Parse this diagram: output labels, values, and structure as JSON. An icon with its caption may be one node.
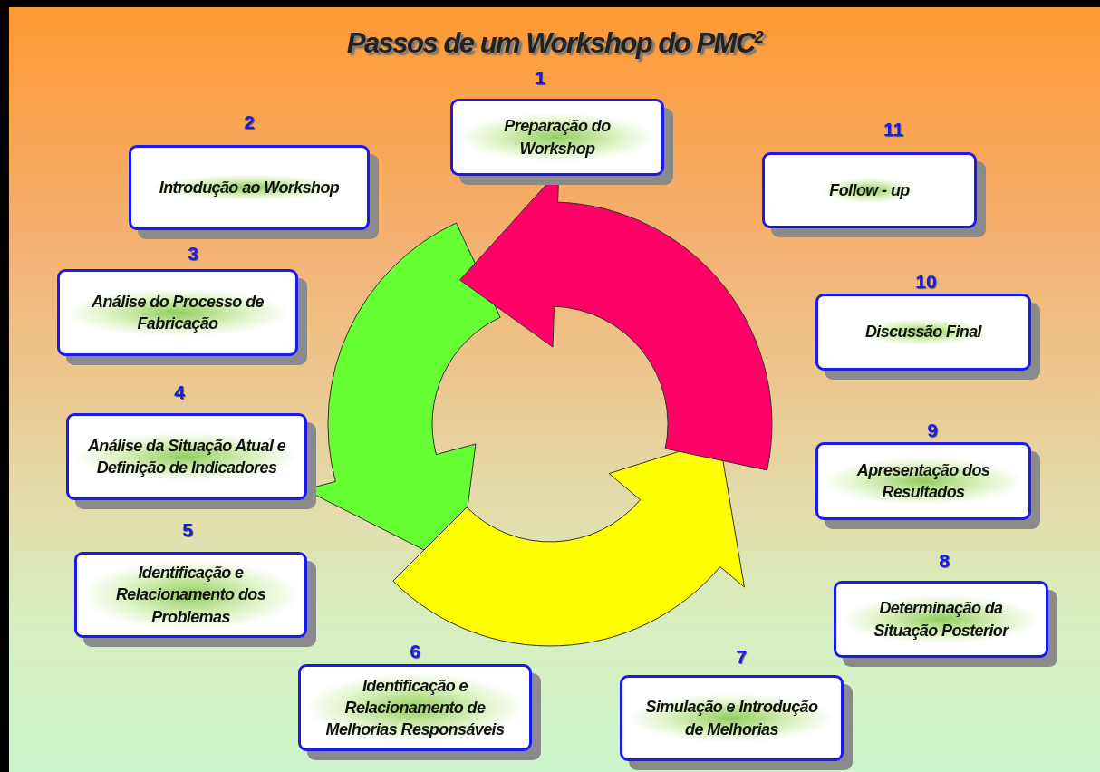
{
  "diagram": {
    "title": "Passos de um Workshop do PMC$^{2}$",
    "nodes": [
      {
        "text": [
          "Preparação do Workshop"
        ],
        "beside": [
          "1"
        ]
      },
      {
        "text": [
          "Introdução ao Workshop"
        ],
        "beside": [
          "2"
        ]
      },
      {
        "text": [
          "Análise do Processo de Fabricação"
        ],
        "beside": [
          "3"
        ]
      },
      {
        "text": [
          "Análise da Situação Atual e Definição de Indicadores"
        ],
        "beside": [
          "4"
        ]
      },
      {
        "text": [
          "Identificação e Relacionamento dos Problemas"
        ],
        "beside": [
          "5"
        ]
      },
      {
        "text": [
          "Identificação e Relacionamento de Melhorias Responsáveis"
        ],
        "beside": [
          "6"
        ]
      },
      {
        "text": [
          "Simulação e Introdução de Melhorias"
        ],
        "beside": [
          "7"
        ]
      },
      {
        "text": [
          "Determinação da Situação Posterior"
        ],
        "beside": [
          "8"
        ]
      },
      {
        "text": [
          "Apresentação dos Resultados"
        ],
        "beside": [
          "9"
        ]
      },
      {
        "text": [
          "Discussão Final"
        ],
        "beside": [
          "10"
        ]
      },
      {
        "text": [
          "Follow - up"
        ],
        "beside": [
          "11"
        ]
      }
    ]
  }
}
